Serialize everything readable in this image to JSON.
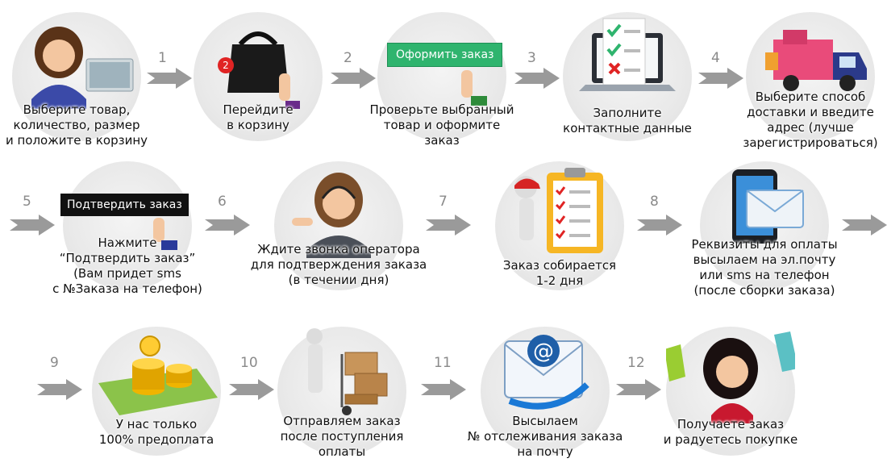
{
  "steps": [
    {
      "caption_lines": [
        "Выберите товар,",
        "количество, размер",
        "и положите в корзину"
      ]
    },
    {
      "caption_lines": [
        "Перейдите",
        "в корзину"
      ],
      "badge": "2"
    },
    {
      "caption_lines": [
        "Проверьте выбранный",
        "товар и оформите",
        "заказ"
      ],
      "button": "Оформить заказ"
    },
    {
      "caption_lines": [
        "Заполните",
        "контактные данные"
      ]
    },
    {
      "caption_lines": [
        "Выберите способ",
        "доставки и введите",
        "адрес (лучше",
        "зарегистрироваться)"
      ]
    },
    {
      "caption_lines": [
        "Нажмите",
        "“Подтвердить заказ”",
        "(Вам придет sms",
        "с №Заказа на телефон)"
      ],
      "button": "Подтвердить заказ"
    },
    {
      "caption_lines": [
        "Ждите звонка оператора",
        "для подтверждения заказа",
        "(в течении дня)"
      ]
    },
    {
      "caption_lines": [
        "Заказ собирается",
        "1-2 дня"
      ]
    },
    {
      "caption_lines": [
        "Реквизиты для оплаты",
        "высылаем на эл.почту",
        "или sms на телефон",
        "(после сборки заказа)"
      ]
    },
    {
      "caption_lines": [
        "У нас только",
        "100% предоплата"
      ]
    },
    {
      "caption_lines": [
        "Отправляем заказ",
        "после поступления",
        "оплаты"
      ]
    },
    {
      "caption_lines": [
        "Высылаем",
        "№ отслеживания заказа",
        "на почту"
      ]
    },
    {
      "caption_lines": [
        "Получаете заказ",
        "и радуетесь покупке"
      ]
    }
  ],
  "arrow_numbers": [
    "1",
    "2",
    "3",
    "4",
    "5",
    "6",
    "7",
    "8",
    "9",
    "10",
    "11",
    "12"
  ],
  "colors": {
    "arrow": "#9a9a9a",
    "number": "#8a8a8a",
    "green_button": "#2fb46e",
    "badge": "#e02424"
  }
}
